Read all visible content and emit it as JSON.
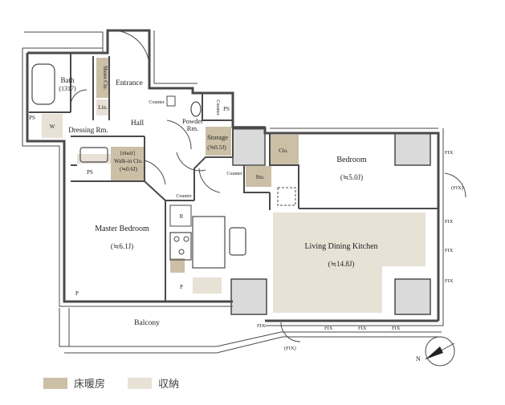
{
  "colors": {
    "floor_heating": "#cbbfa6",
    "storage": "#e7e1d6",
    "wall": "#4a4a4a",
    "pillar": "#dadada"
  },
  "rooms": {
    "bath": "Bath",
    "bath_size": "(1317)",
    "shoes_clo": "Shoes Clo.",
    "entrance": "Entrance",
    "lin": "Lin.",
    "ps_bath": "PS",
    "w": "W",
    "dressing": "Dressing Rm.",
    "hall": "Hall",
    "counter_hall": "Counter",
    "powder": "Powder",
    "powder2": "Rm.",
    "counter_powder": "Counter",
    "ps_powder": "PS",
    "storage": "Storage",
    "storage_size": "(≒0.5J)",
    "shelf": "[Shelf]",
    "wic": "Walk-in Clo.",
    "wic_size": "(≒0.6J)",
    "ps_dressing": "PS",
    "clo": "Clo.",
    "sto": "Sto.",
    "counter_sto": "Counter",
    "bedroom": "Bedroom",
    "bedroom_size": "(≒5.0J)",
    "counter_kitchen": "Counter",
    "r": "R",
    "p_kitchen": "P",
    "master": "Master Bedroom",
    "master_size": "(≒6.1J)",
    "p_master": "P",
    "ldk": "Living Dining Kitchen",
    "ldk_size": "(≒14.8J)",
    "balcony": "Balcony",
    "fix_1": "FIX",
    "fix_2": "FIX",
    "fix_3": "FIX",
    "fix_4": "FIX",
    "fix_5": "FIX",
    "fix_6": "FIX",
    "fix_7": "FIX",
    "fix_8": "FIX",
    "fix_window_right": "(FIX)",
    "fix_window_bottom": "(FIX)",
    "north": "N"
  },
  "legend": {
    "floor_heating": "床暖房",
    "storage": "収納"
  }
}
